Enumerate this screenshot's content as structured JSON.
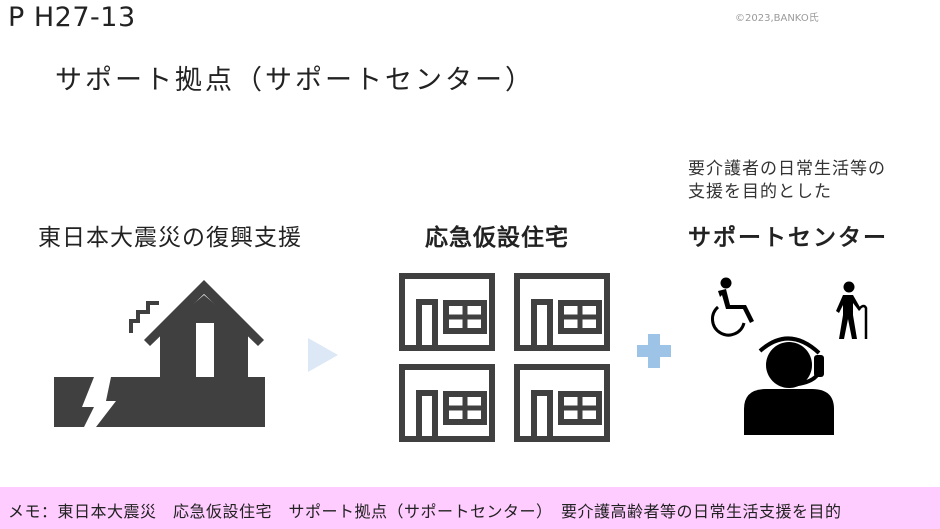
{
  "header": {
    "page_code": "P H27-13",
    "copyright": "©2023,BANKO氏",
    "title": "サポート拠点（サポートセンター）"
  },
  "columns": [
    {
      "label": "東日本大震災の復興支援",
      "icon": "earthquake-house-icon"
    },
    {
      "label": "応急仮設住宅",
      "icon": "temporary-housing-icon"
    },
    {
      "sublabel_lines": [
        "要介護者の日常生活等の",
        "支援を目的とした"
      ],
      "label": "サポートセンター",
      "icons": [
        "wheelchair-icon",
        "elderly-cane-icon",
        "operator-headset-icon"
      ]
    }
  ],
  "connectors": {
    "arrow": "play-triangle-icon",
    "plus": "plus-icon"
  },
  "colors": {
    "icon_dark": "#404040",
    "arrow": "#dce8f5",
    "plus": "#9dc3e6",
    "memo_bg": "#ffccff"
  },
  "memo": {
    "text": "メモ：東日本大震災　応急仮設住宅　サポート拠点（サポートセンター）　要介護高齢者等の日常生活支援を目的"
  }
}
